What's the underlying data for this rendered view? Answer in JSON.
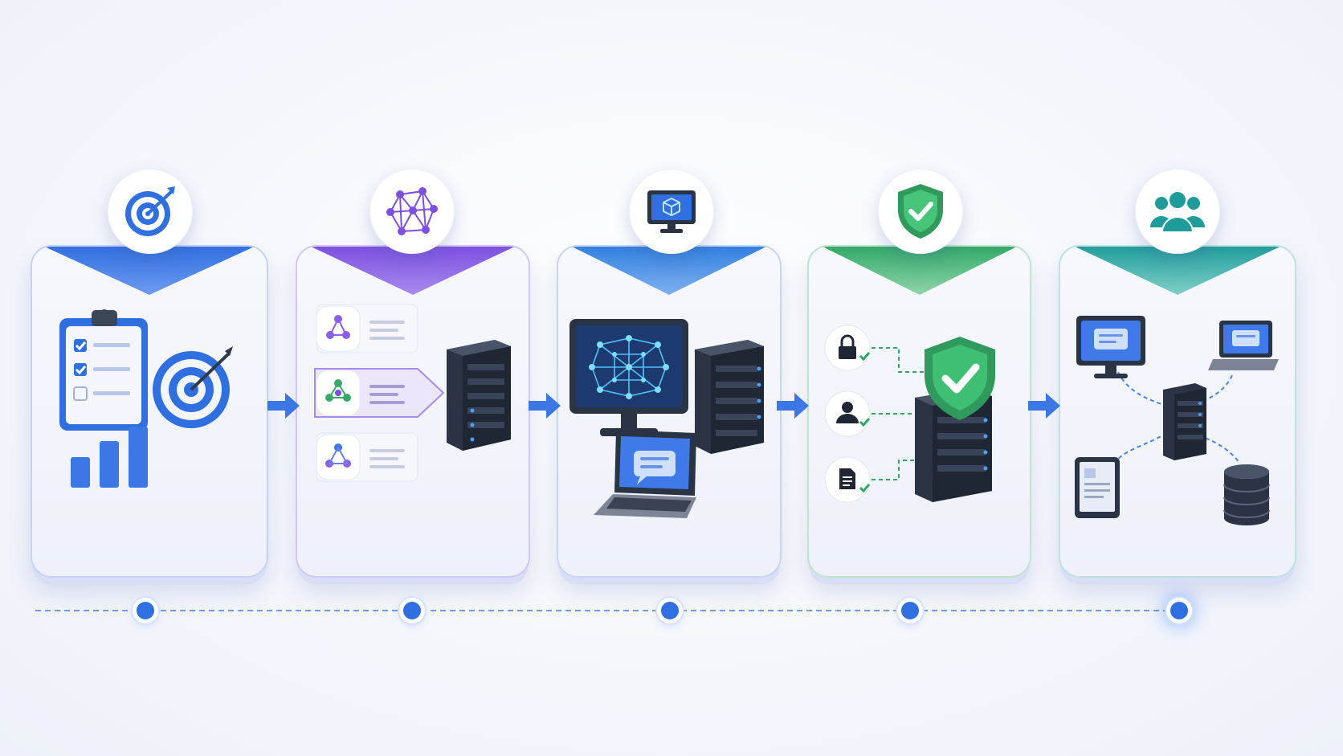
{
  "diagram": {
    "stages": [
      {
        "id": "goals",
        "badge_icon": "target-icon",
        "accent": "#2f6fe0",
        "illustration": "clipboard-target-chart"
      },
      {
        "id": "ai-models",
        "badge_icon": "neural-network-icon",
        "accent": "#7b4fe0",
        "illustration": "model-list-server"
      },
      {
        "id": "deployment",
        "badge_icon": "monitor-cube-icon",
        "accent": "#2f7fe0",
        "illustration": "monitor-laptop-server"
      },
      {
        "id": "security",
        "badge_icon": "shield-check-icon",
        "accent": "#2fa866",
        "illustration": "lock-user-document-shield-server"
      },
      {
        "id": "collaboration",
        "badge_icon": "users-icon",
        "accent": "#1f9c9a",
        "illustration": "devices-network-database"
      }
    ],
    "timeline": {
      "dots": 5,
      "active_index": 4
    }
  }
}
